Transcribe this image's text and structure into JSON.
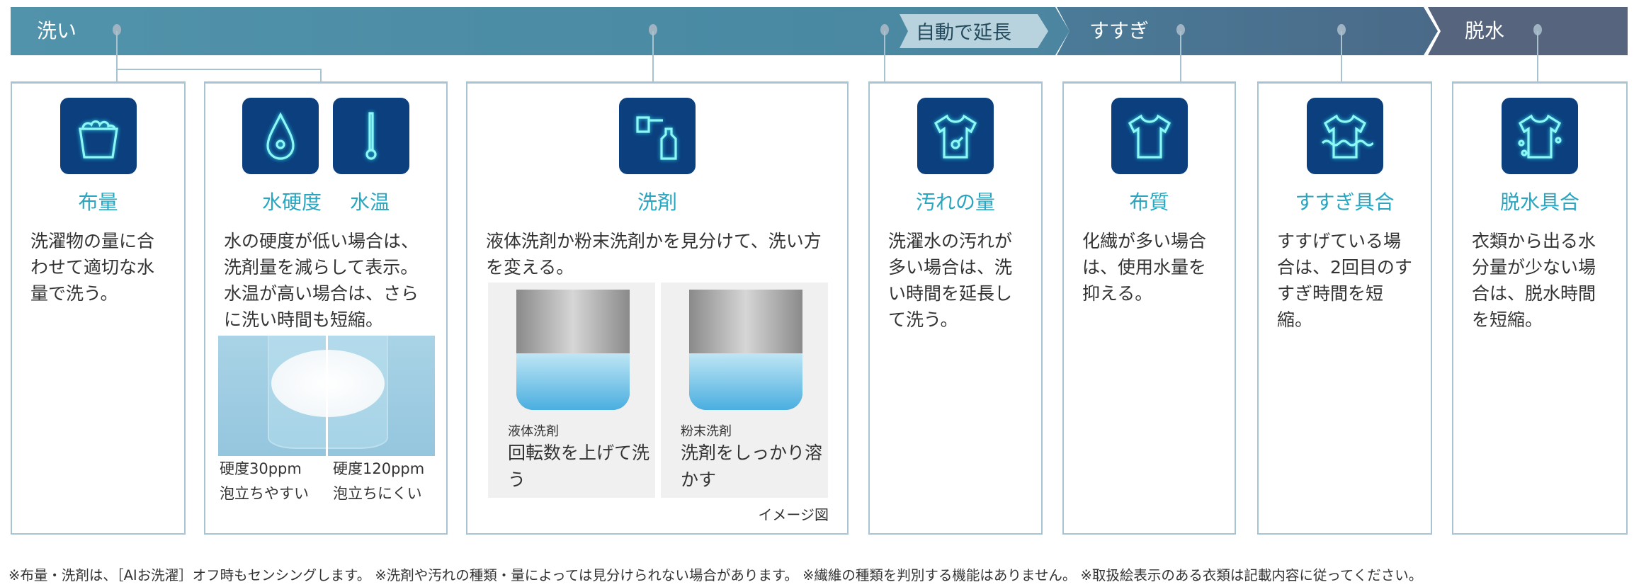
{
  "steps": {
    "wash": "洗い",
    "extend": "自動で延長",
    "rinse": "すすぎ",
    "spin": "脱水"
  },
  "cards": [
    {
      "titles": [
        "布量"
      ],
      "icons": [
        "basket-icon"
      ],
      "body": "洗濯物の量に合わせて適切な水量で洗う。"
    },
    {
      "titles": [
        "水硬度",
        "水温"
      ],
      "icons": [
        "water-drop-icon",
        "thermometer-icon"
      ],
      "body": "水の硬度が低い場合は、洗剤量を減らして表示。水温が高い場合は、さらに洗い時間も短縮。",
      "captions": [
        {
          "hardness": "硬度30ppm",
          "foam": "泡立ちやすい"
        },
        {
          "hardness": "硬度120ppm",
          "foam": "泡立ちにくい"
        }
      ]
    },
    {
      "titles": [
        "洗剤"
      ],
      "icons": [
        "detergent-icon"
      ],
      "body": "液体洗剤か粉末洗剤かを見分けて、洗い方を変える。",
      "panels": [
        {
          "label": "液体洗剤",
          "text": "回転数を上げて洗う"
        },
        {
          "label": "粉末洗剤",
          "text": "洗剤をしっかり溶かす"
        }
      ],
      "note": "イメージ図"
    },
    {
      "titles": [
        "汚れの量"
      ],
      "icons": [
        "stained-shirt-icon"
      ],
      "body": "洗濯水の汚れが多い場合は、洗い時間を延長して洗う。"
    },
    {
      "titles": [
        "布質"
      ],
      "icons": [
        "shirt-icon"
      ],
      "body": "化繊が多い場合は、使用水量を抑える。"
    },
    {
      "titles": [
        "すすぎ具合"
      ],
      "icons": [
        "rinse-shirt-icon"
      ],
      "body": "すすげている場合は、2回目のすすぎ時間を短縮。"
    },
    {
      "titles": [
        "脱水具合"
      ],
      "icons": [
        "dripping-shirt-icon"
      ],
      "body": "衣類から出る水分量が少ない場合は、脱水時間を短縮。"
    }
  ],
  "footer": "※布量・洗剤は、［AIお洗濯］オフ時もセンシングします。 ※洗剤や汚れの種類・量によっては見分けられない場合があります。 ※繊維の種類を判別する機能はありません。 ※取扱絵表示のある衣類は記載内容に従ってください。",
  "colors": {
    "accent": "#2aa5c0",
    "icon_bg": "#0b3f7e",
    "wash_bar": "#5193aa",
    "rinse_bar": "#4a7b98",
    "spin_bar": "#56647d"
  }
}
